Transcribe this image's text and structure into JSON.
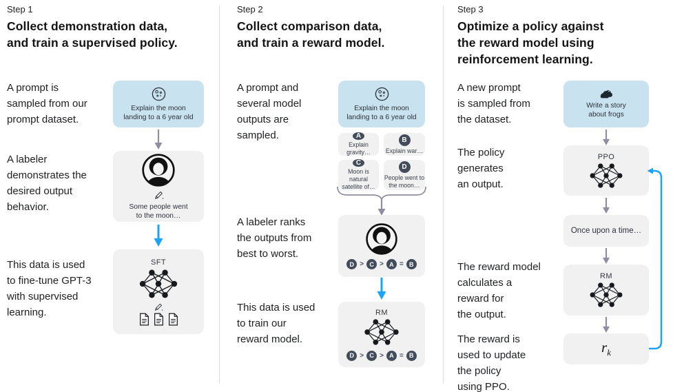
{
  "colors": {
    "prompt_box_bg": "#c8e2f0",
    "card_bg": "#f1f1f2",
    "rank_circle_bg": "#424c5b",
    "arrow_gray": "#8e8ea0",
    "arrow_blue": "#1ba4f2",
    "divider": "#dddde0",
    "text": "#202123"
  },
  "steps": [
    {
      "label": "Step 1",
      "title": [
        "Collect demonstration data,",
        "and train a supervised policy."
      ],
      "paragraphs": [
        [
          "A prompt is",
          "sampled from our",
          "prompt dataset."
        ],
        [
          "A labeler",
          "demonstrates the",
          "desired output",
          "behavior."
        ],
        [
          "This data is used",
          "to fine-tune GPT-3",
          "with supervised",
          "learning."
        ]
      ],
      "prompt_box": {
        "icon": "moon-icon",
        "caption": [
          "Explain the moon",
          "landing to a 6 year old"
        ]
      },
      "labeler_box": {
        "icon": "labeler-avatar-icon",
        "caption": [
          "Some people went",
          "to the moon…"
        ]
      },
      "sft_box": {
        "label": "SFT"
      }
    },
    {
      "label": "Step 2",
      "title": [
        "Collect comparison data,",
        "and train a reward model."
      ],
      "paragraphs": [
        [
          "A prompt and",
          "several model",
          "outputs are",
          "sampled."
        ],
        [
          "A labeler ranks",
          "the outputs from",
          "best to worst."
        ],
        [
          "This data is used",
          "to train our",
          "reward model."
        ]
      ],
      "prompt_box": {
        "icon": "moon-icon",
        "caption": [
          "Explain the moon",
          "landing to a 6 year old"
        ]
      },
      "outputs": [
        {
          "letter": "A",
          "text": [
            "Explain gravity…"
          ]
        },
        {
          "letter": "B",
          "text": [
            "Explain war…"
          ]
        },
        {
          "letter": "C",
          "text": [
            "Moon is natural",
            "satellite of…"
          ]
        },
        {
          "letter": "D",
          "text": [
            "People went to",
            "the moon…"
          ]
        }
      ],
      "ranking": [
        "D",
        ">",
        "C",
        ">",
        "A",
        "=",
        "B"
      ],
      "rm_box": {
        "label": "RM"
      }
    },
    {
      "label": "Step 3",
      "title": [
        "Optimize a policy against",
        "the reward model using",
        "reinforcement learning."
      ],
      "paragraphs": [
        [
          "A new prompt",
          "is sampled from",
          "the dataset."
        ],
        [
          "The policy",
          "generates",
          "an output."
        ],
        [
          "The reward model",
          "calculates a",
          "reward for",
          "the output."
        ],
        [
          "The reward is",
          "used to update",
          "the policy",
          "using PPO."
        ]
      ],
      "prompt_box": {
        "icon": "frog-icon",
        "caption": [
          "Write a story",
          "about frogs"
        ]
      },
      "ppo_box": {
        "label": "PPO"
      },
      "output_box": {
        "text": "Once upon a time…"
      },
      "rm_box": {
        "label": "RM"
      },
      "reward_box": {
        "var": "r",
        "sub": "k"
      }
    }
  ]
}
